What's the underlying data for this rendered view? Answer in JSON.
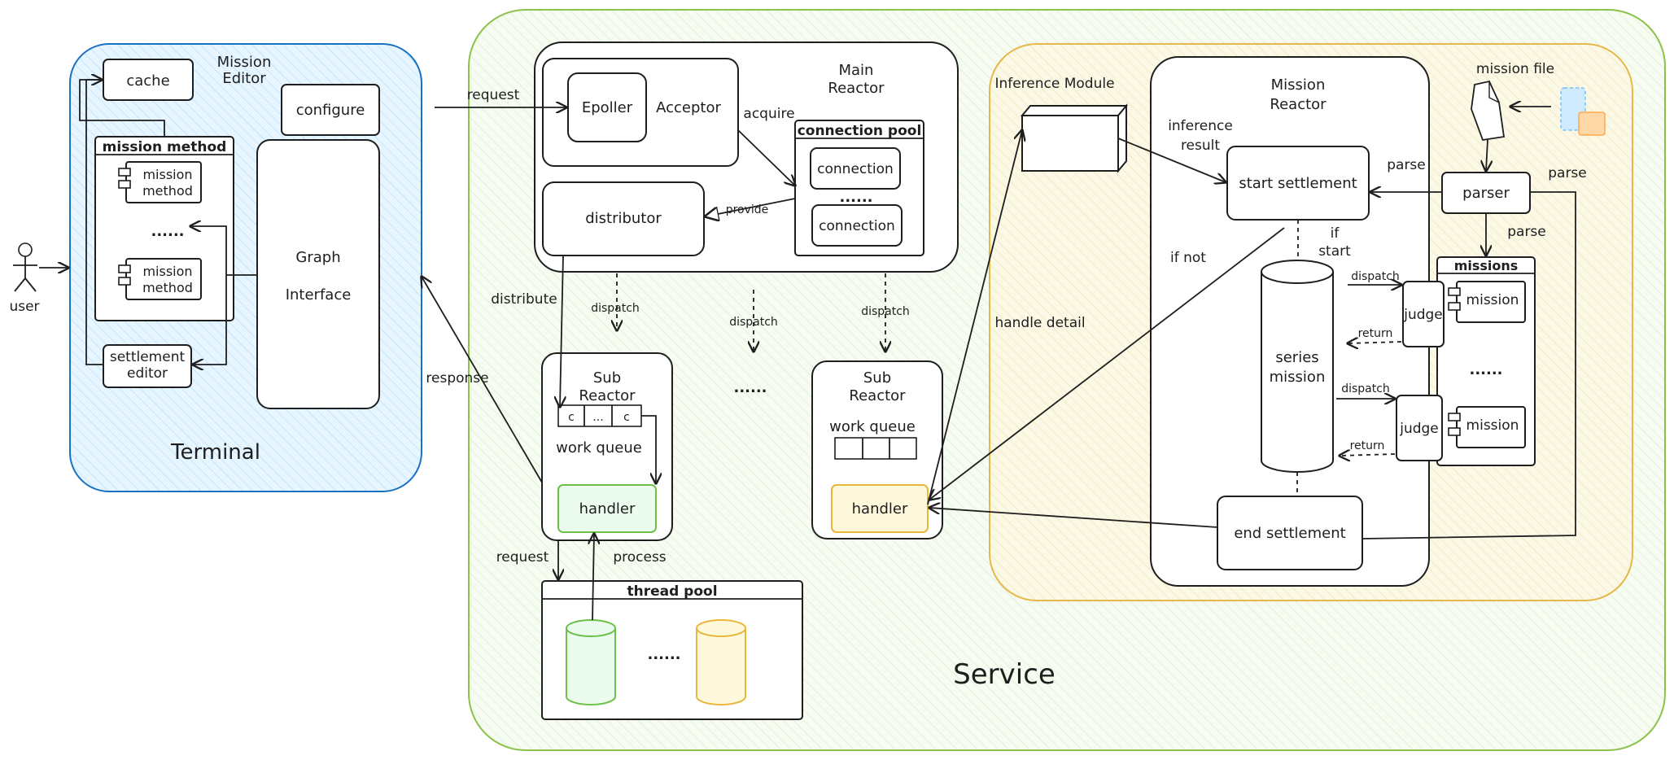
{
  "colors": {
    "terminal_fill": "#e7f5ff",
    "terminal_stroke": "#1971c2",
    "service_fill": "#ebfbee",
    "service_stroke": "#8bc34a",
    "inference_fill": "#fff9db",
    "inference_stroke": "#e6b84a",
    "green_accent": "#6cc04a",
    "yellow_accent": "#e8b63a",
    "ink": "#1e1e1e"
  },
  "actor": {
    "label": "user",
    "icon": "stick-figure-icon"
  },
  "terminal": {
    "title": "Terminal",
    "mission_editor_label": "Mission Editor",
    "cache": "cache",
    "configure": "configure",
    "mission_method_title": "mission method",
    "mission_method_items": [
      "mission method",
      "mission method"
    ],
    "ellipsis": "......",
    "settlement_editor": "settlement editor",
    "graph_interface": "Graph Interface"
  },
  "service": {
    "title": "Service",
    "main_reactor": {
      "title": "Main Reactor",
      "epoller": "Epoller",
      "acceptor": "Acceptor",
      "distributor": "distributor",
      "connection_pool_title": "connection pool",
      "connections": [
        "connection",
        "connection"
      ],
      "ellipsis": "......"
    },
    "sub_reactor_left": {
      "title": "Sub Reactor",
      "work_queue": "work queue",
      "queue_cells": [
        "c",
        "...",
        "c"
      ],
      "handler": "handler"
    },
    "sub_reactor_right": {
      "title": "Sub Reactor",
      "work_queue": "work queue",
      "handler": "handler"
    },
    "middle_ellipsis": "......",
    "thread_pool": {
      "title": "thread pool",
      "ellipsis": "......"
    },
    "inference_module": "Inference Module",
    "mission_reactor": {
      "title": "Mission Reactor",
      "start_settlement": "start settlement",
      "series_mission": "series mission",
      "end_settlement": "end settlement"
    },
    "mission_file": "mission file",
    "parser": "parser",
    "missions_title": "missions",
    "mission_items": [
      "mission",
      "mission"
    ],
    "missions_ellipsis": "......",
    "judges": [
      "judge",
      "judge"
    ]
  },
  "edge_labels": {
    "request_top": "request",
    "response": "response",
    "acquire": "acquire",
    "provide": "provide",
    "distribute": "distribute",
    "dispatch_left": "dispatch",
    "dispatch_mid": "dispatch",
    "dispatch_right": "dispatch",
    "request_bottom": "request",
    "process": "process",
    "handle_detail": "handle detail",
    "inference_result": "inference result",
    "if_not": "if not",
    "if_start": "if start",
    "parse_1": "parse",
    "parse_2": "parse",
    "parse_3": "parse",
    "dispatch_j1": "dispatch",
    "dispatch_j2": "dispatch",
    "return_1": "return",
    "return_2": "return"
  }
}
